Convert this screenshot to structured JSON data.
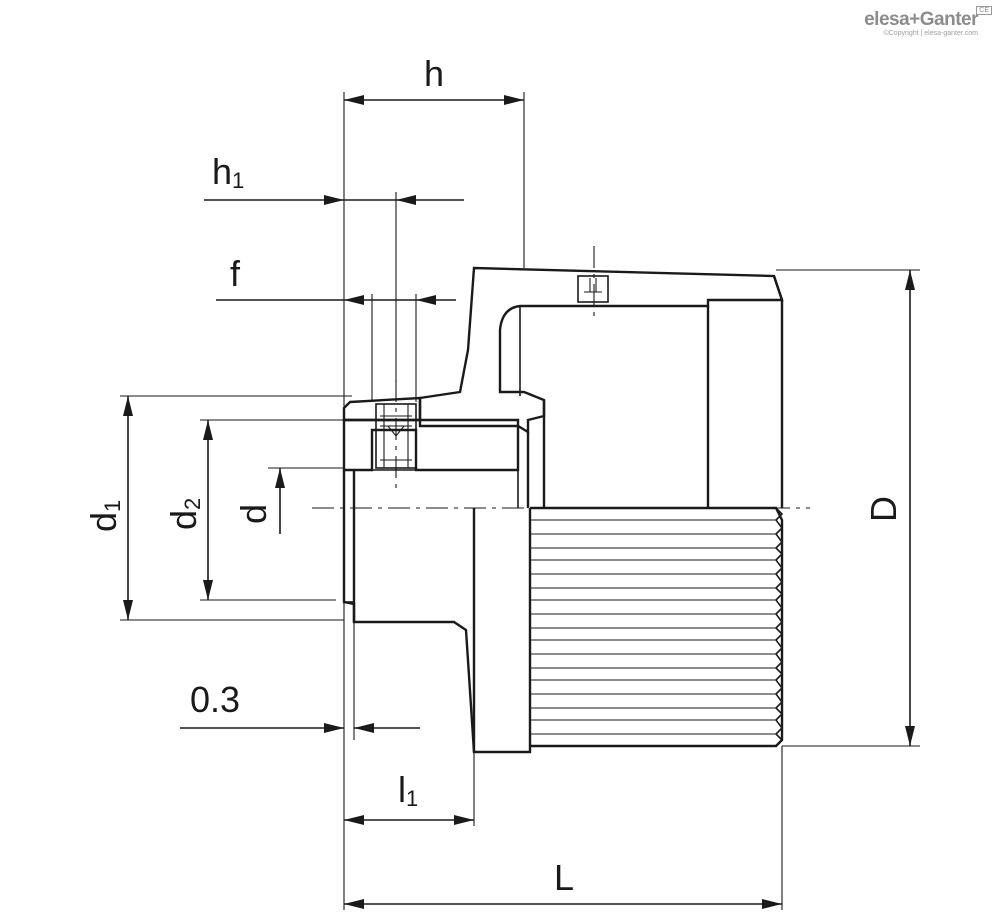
{
  "logo": {
    "brand": "elesa+Ganter",
    "copyright": "©Copyright | elesa-ganter.com",
    "badge": "CE"
  },
  "dimensions": {
    "h": "h",
    "h1_main": "h",
    "h1_sub": "1",
    "f": "f",
    "d1_main": "d",
    "d1_sub": "1",
    "d2_main": "d",
    "d2_sub": "2",
    "d": "d",
    "D": "D",
    "gap": "0.3",
    "l1_main": "l",
    "l1_sub": "1",
    "L": "L"
  }
}
